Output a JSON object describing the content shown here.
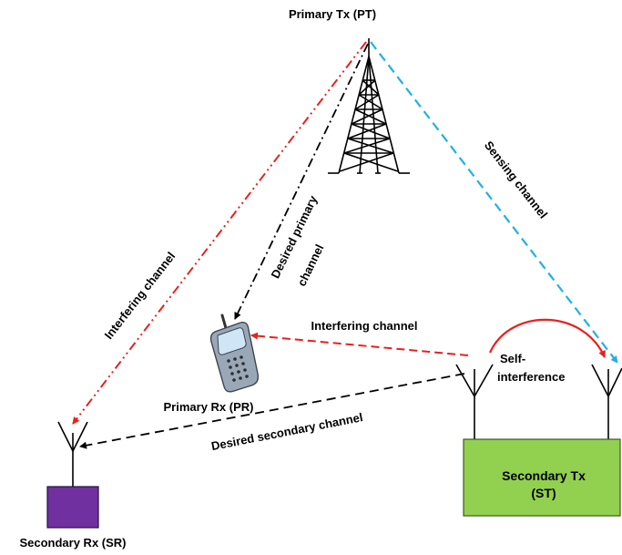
{
  "labels": {
    "pt": "Primary Tx (PT)",
    "pr": "Primary Rx (PR)",
    "sr": "Secondary Rx (SR)",
    "st_line1": "Secondary Tx",
    "st_line2": "(ST)",
    "sensing": "Sensing channel",
    "desired_primary_1": "Desired primary",
    "desired_primary_2": "channel",
    "interfering_left": "Interfering channel",
    "interfering_mid": "Interfering channel",
    "desired_secondary": "Desired secondary channel",
    "self_int_1": "Self-",
    "self_int_2": "interference"
  },
  "colors": {
    "sensing": "#1fb0e6",
    "interfering": "#e8201e",
    "desired": "#000000",
    "st_box": "#92d050",
    "sr_box": "#7030a0"
  }
}
